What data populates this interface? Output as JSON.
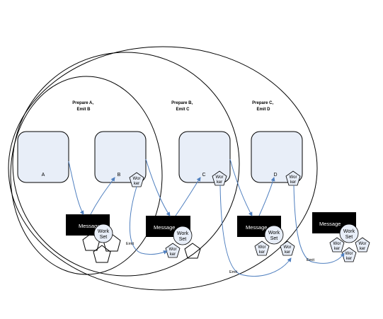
{
  "annotations": {
    "prepare_a": [
      "Prepare A,",
      "Emit B"
    ],
    "prepare_b": [
      "Prepare B,",
      "Emit C"
    ],
    "prepare_c": [
      "Prepare C,",
      "Emit D"
    ]
  },
  "boxes": {
    "a": "A",
    "b": "B",
    "c": "C",
    "d": "D"
  },
  "message_label": "Message",
  "worker_label": [
    "Wor",
    "ker"
  ],
  "work_set_label": [
    "Work",
    "Set"
  ],
  "emit_label": "Emit",
  "colors": {
    "box_fill": "#e8eef8",
    "message_fill": "#000000",
    "arrow": "#4f7fbf",
    "worker_fill": "#e8eef8",
    "workset_fill": "#e8eef8"
  }
}
